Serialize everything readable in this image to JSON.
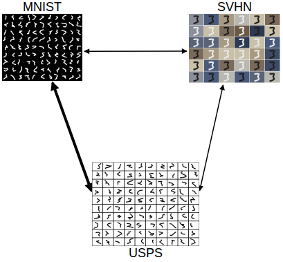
{
  "diagram": {
    "nodes": [
      {
        "text": [
          "MNIST"
        ]
      },
      {
        "text": [
          "SVHN"
        ]
      },
      {
        "text": [
          "USPS"
        ]
      }
    ],
    "edges": [
      {
        "from": 0,
        "to": 1,
        "arrow": "both"
      },
      {
        "from": 0,
        "to": 2,
        "arrow": "both"
      },
      {
        "from": 1,
        "to": 2,
        "arrow": "both"
      }
    ]
  }
}
